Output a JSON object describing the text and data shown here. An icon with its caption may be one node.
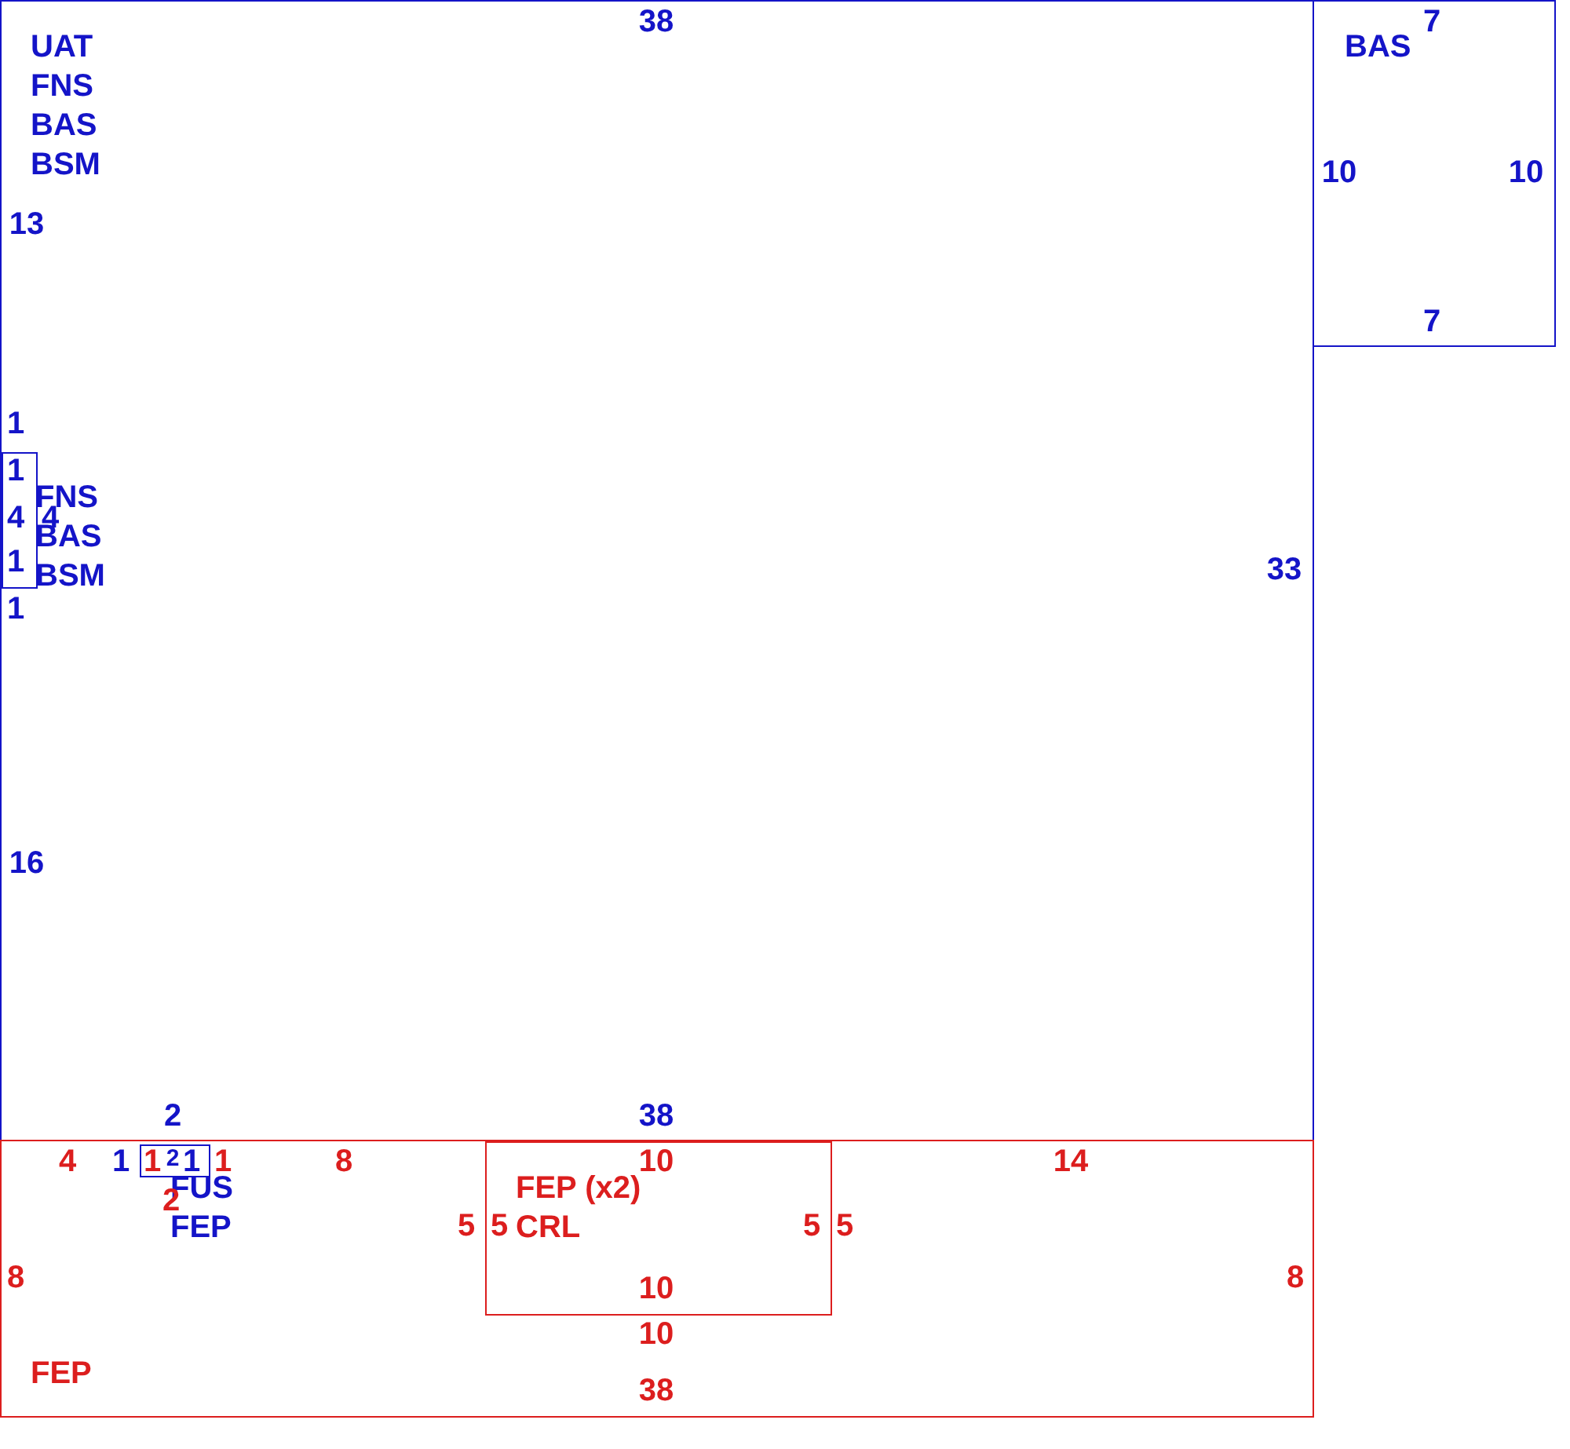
{
  "diagram": {
    "nodes": [
      {
        "text": [
          "UAT",
          "FNS",
          "BAS",
          "BSM"
        ]
      },
      {
        "text": [
          "FNS",
          "BAS",
          "BSM"
        ],
        "in": 0
      },
      {
        "text": [
          "BAS"
        ]
      },
      {
        "text": [
          "FEP"
        ]
      },
      {
        "text": [
          "FEP (x2)",
          "CRL"
        ],
        "in": 3
      },
      {
        "text": [
          "FUS",
          "FEP"
        ],
        "in": 3
      }
    ],
    "labels": [
      "38",
      "7",
      "10",
      "10",
      "13",
      "7",
      "1",
      "1",
      "4",
      "4",
      "1",
      "1",
      "33",
      "16",
      "2",
      "38",
      "4",
      "1",
      "1",
      "2",
      "1",
      "1",
      "8",
      "10",
      "14",
      "2",
      "5",
      "5",
      "5",
      "5",
      "8",
      "8",
      "10",
      "10",
      "38"
    ]
  }
}
